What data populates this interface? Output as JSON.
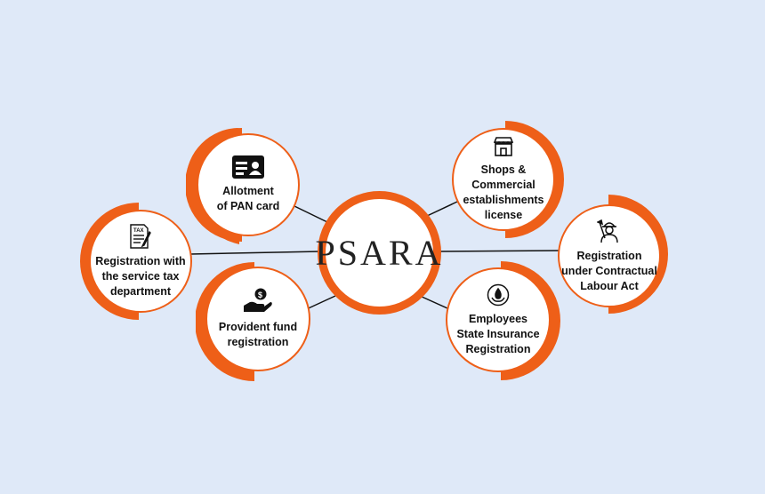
{
  "center": {
    "label": "PSARA"
  },
  "nodes": [
    {
      "id": "pan",
      "label": "Allotment\nof PAN card",
      "icon": "id-card-icon"
    },
    {
      "id": "shops",
      "label": "Shops &\nCommercial\nestablishments\nlicense",
      "icon": "storefront-icon"
    },
    {
      "id": "tax",
      "label": "Registration with\nthe service tax\ndepartment",
      "icon": "tax-document-icon"
    },
    {
      "id": "contract",
      "label": "Registration\nunder  Contractual\nLabour Act",
      "icon": "construction-worker-icon"
    },
    {
      "id": "pf",
      "label": "Provident fund\nregistration",
      "icon": "hand-coin-icon"
    },
    {
      "id": "esi",
      "label": "Employees\nState Insurance\nRegistration",
      "icon": "insurance-shield-icon"
    }
  ],
  "colors": {
    "accent": "#ee5f18",
    "background": "#dfe9f8",
    "text": "#111111"
  }
}
